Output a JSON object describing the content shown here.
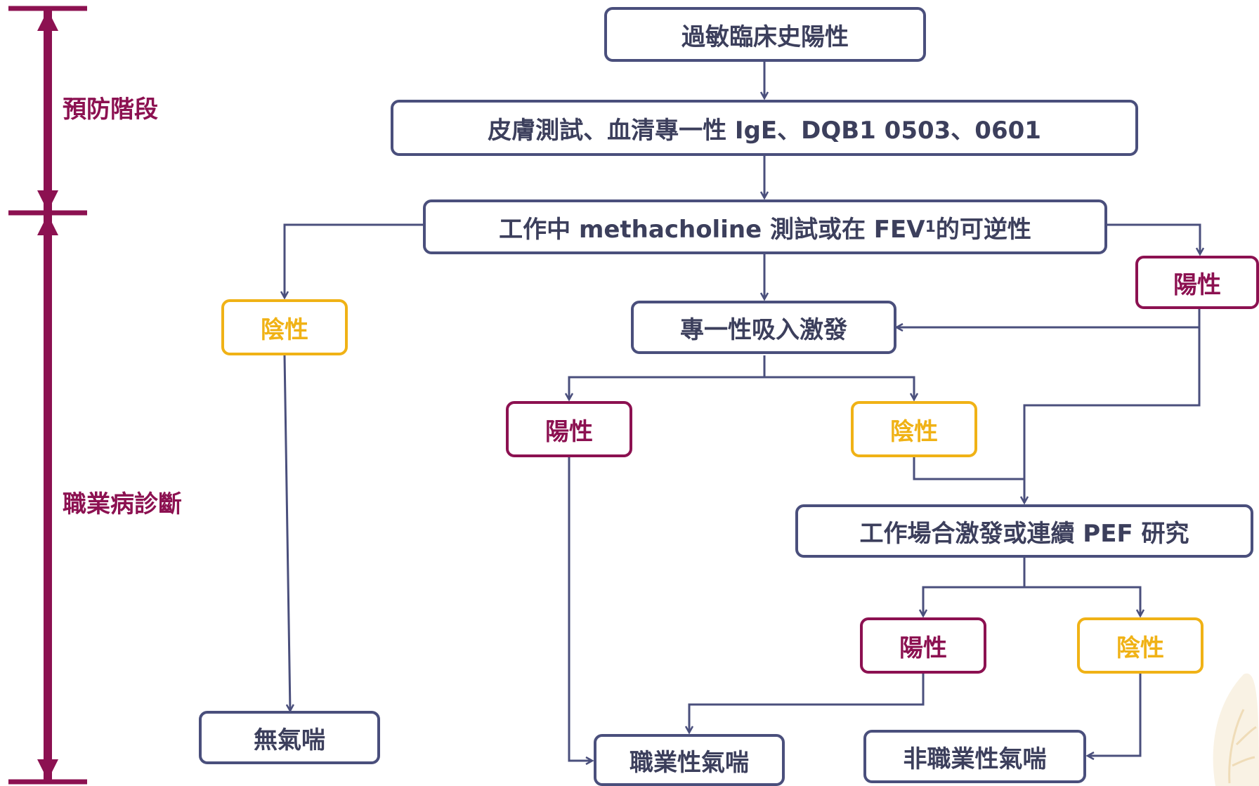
{
  "colors": {
    "line": "#4a4f7c",
    "stage": "#8c1151",
    "positive": "#8c1151",
    "negative": "#f0b216",
    "text": "#3c3f5c"
  },
  "stages": {
    "prevention": "預防階段",
    "diagnosis": "職業病診斷"
  },
  "nodes": {
    "history": "過敏臨床史陽性",
    "tests": "皮膚測試、血清專一性 IgE、DQB1 0503、0601",
    "methacholine_pre": "工作中 methacholine 測試或在 FEV",
    "methacholine_sub": "1",
    "methacholine_post": " 的可逆性",
    "sic": "專一性吸入激發",
    "workplace": "工作場合激發或連續 PEF 研究",
    "no_asthma": "無氣喘",
    "occ_asthma": "職業性氣喘",
    "non_occ_asthma": "非職業性氣喘"
  },
  "results": {
    "positive": "陽性",
    "negative": "陰性"
  }
}
